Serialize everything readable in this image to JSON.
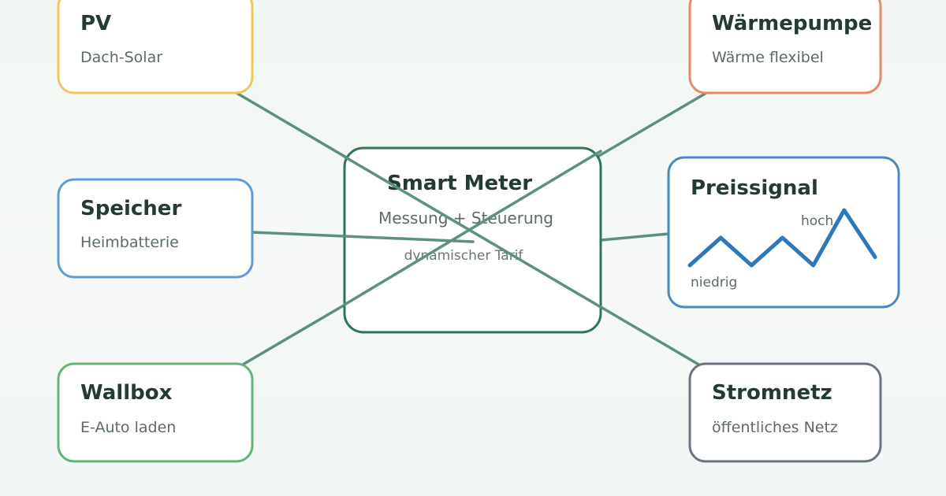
{
  "colors": {
    "pv": "#f0c75a",
    "speicher": "#5f9bd6",
    "wallbox": "#63b37a",
    "waermepumpe": "#e58a68",
    "preissignal": "#4a88c0",
    "stromnetz": "#6b7480",
    "center": "#2f7457",
    "link": "#5e917d",
    "signal": "#2f78b8"
  },
  "center": {
    "title": "Smart Meter",
    "subtitle": "Messung + Steuerung",
    "note": "dynamischer Tarif"
  },
  "nodes": {
    "pv": {
      "title": "PV",
      "subtitle": "Dach-Solar"
    },
    "speicher": {
      "title": "Speicher",
      "subtitle": "Heimbatterie"
    },
    "wallbox": {
      "title": "Wallbox",
      "subtitle": "E-Auto laden"
    },
    "waermepumpe": {
      "title": "Wärmepumpe",
      "subtitle": "Wärme flexibel"
    },
    "preissignal": {
      "title": "Preissignal",
      "label_high": "hoch",
      "label_low": "niedrig"
    },
    "stromnetz": {
      "title": "Stromnetz",
      "subtitle": "öffentliches Netz"
    }
  },
  "price_signal": {
    "levels": [
      0,
      1,
      0,
      1,
      0,
      2,
      0.3
    ]
  }
}
